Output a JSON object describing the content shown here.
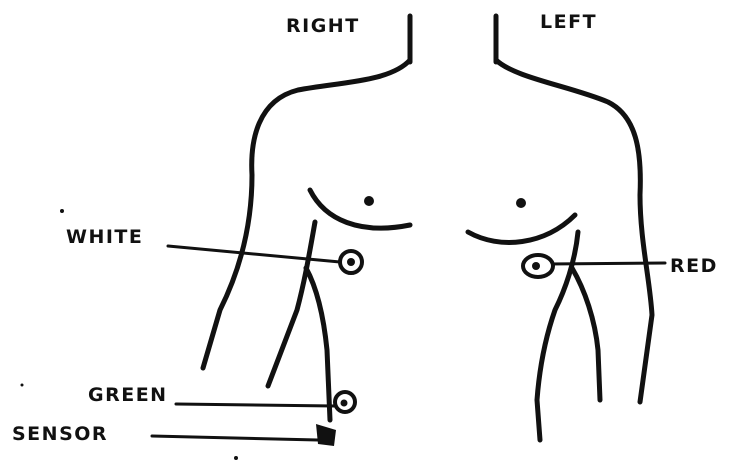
{
  "side_labels": {
    "right": "RIGHT",
    "left": "LEFT"
  },
  "electrodes": [
    {
      "id": "white",
      "label": "WHITE"
    },
    {
      "id": "red",
      "label": "RED"
    },
    {
      "id": "green",
      "label": "GREEN"
    },
    {
      "id": "sensor",
      "label": "SENSOR"
    }
  ],
  "colors": {
    "ink": "#111111",
    "background": "#ffffff"
  }
}
